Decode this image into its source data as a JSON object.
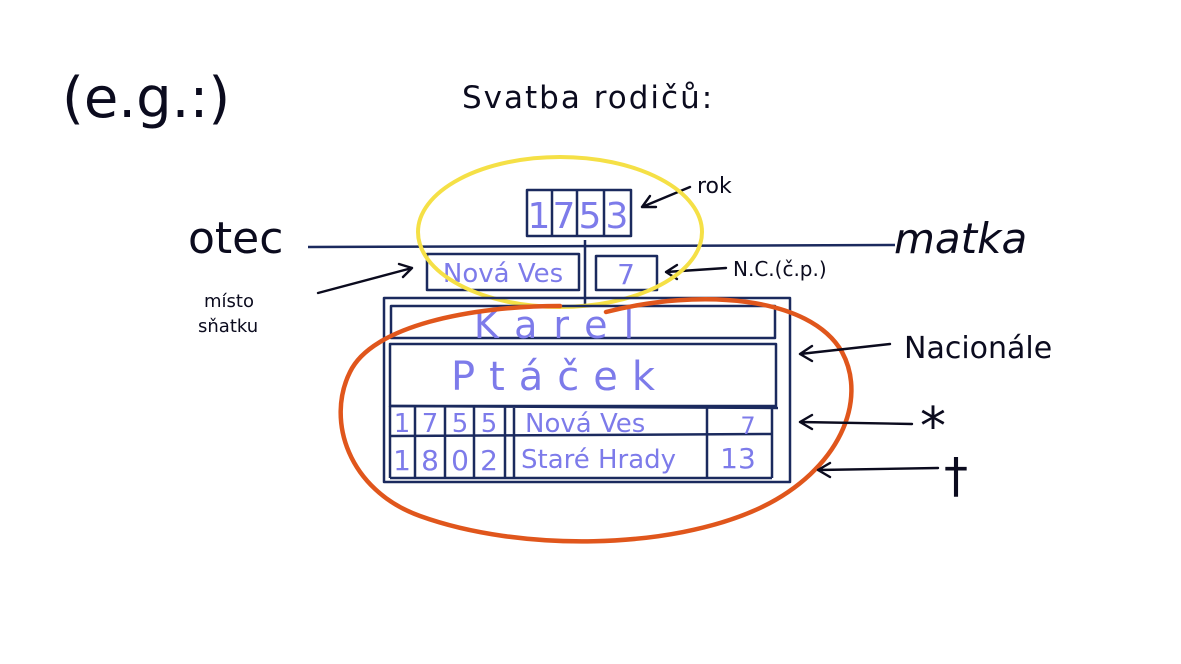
{
  "header": {
    "example_label": "(e.g.:)",
    "title": "Svatba rodičů:"
  },
  "wedding": {
    "year_digits": [
      "1",
      "7",
      "5",
      "3"
    ],
    "year_label": "rok",
    "place": "Nová Ves",
    "place_label_line1": "místo",
    "place_label_line2": "sňatku",
    "house_number": "7",
    "house_label": "N.C.(č.p.)"
  },
  "parents": {
    "father_label": "otec",
    "mother_label": "matka"
  },
  "nationale": {
    "label": "Nacionále",
    "first_name": "Karel",
    "last_name": "Ptáček",
    "birth": {
      "symbol": "*",
      "year_digits": [
        "1",
        "7",
        "5",
        "5"
      ],
      "place": "Nová Ves",
      "house_number": "7"
    },
    "death": {
      "symbol": "†",
      "year_digits": [
        "1",
        "8",
        "0",
        "2"
      ],
      "place": "Staré Hrady",
      "house_number": "13"
    }
  },
  "colors": {
    "ink": "#0b0b1e",
    "box_lines": "#1b2a5e",
    "handwriting_blue": "#7d7bea",
    "yellow_circle": "#f5e046",
    "orange_circle": "#e0561c"
  }
}
